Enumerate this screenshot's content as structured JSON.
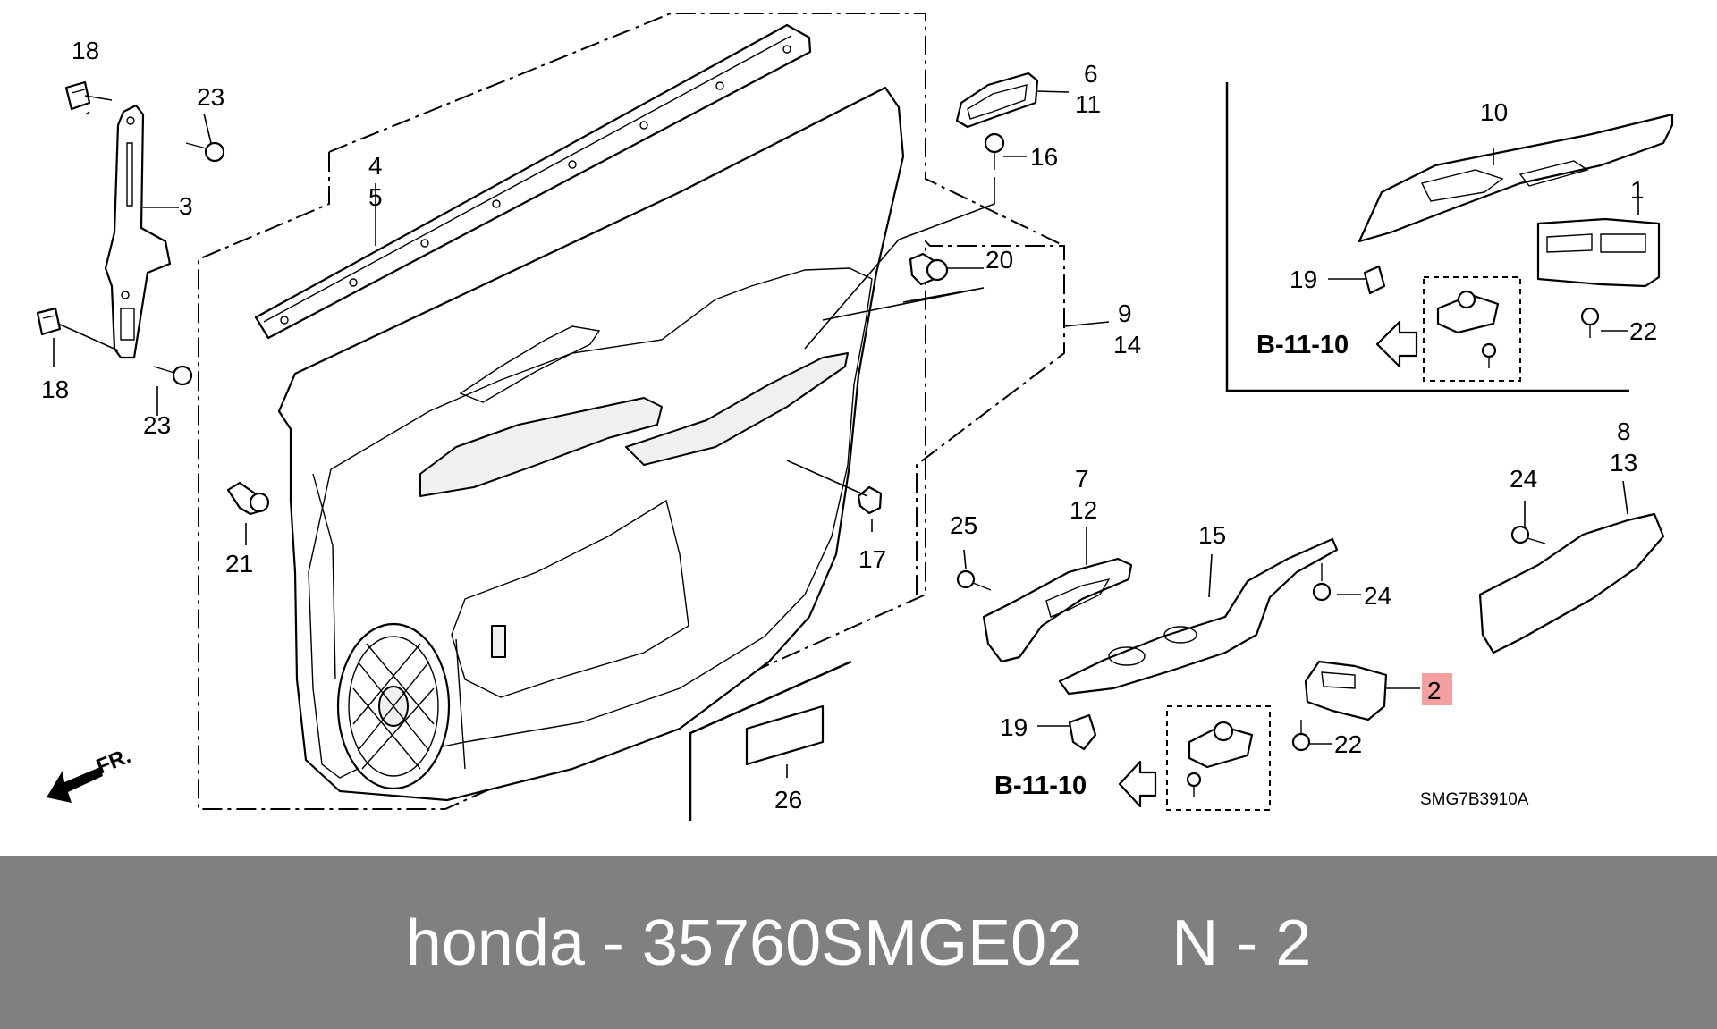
{
  "diagram": {
    "callouts": {
      "c1": "1",
      "c2": "2",
      "c3": "3",
      "c4": "4",
      "c5": "5",
      "c6": "6",
      "c7": "7",
      "c8": "8",
      "c9": "9",
      "c10": "10",
      "c11": "11",
      "c12": "12",
      "c13": "13",
      "c14": "14",
      "c15": "15",
      "c16": "16",
      "c17": "17",
      "c18a": "18",
      "c18b": "18",
      "c19a": "19",
      "c19b": "19",
      "c20": "20",
      "c21": "21",
      "c22a": "22",
      "c22b": "22",
      "c23a": "23",
      "c23b": "23",
      "c24a": "24",
      "c24b": "24",
      "c25": "25",
      "c26": "26"
    },
    "references": {
      "ref_top": "B-11-10",
      "ref_bottom": "B-11-10"
    },
    "direction_label": "FR.",
    "diagram_code": "SMG7B3910A",
    "highlight_color": "#f4a0a0"
  },
  "footer": {
    "text": "honda - 35760SMGE02     N - 2",
    "background_color": "#808080",
    "text_color": "#ffffff"
  }
}
